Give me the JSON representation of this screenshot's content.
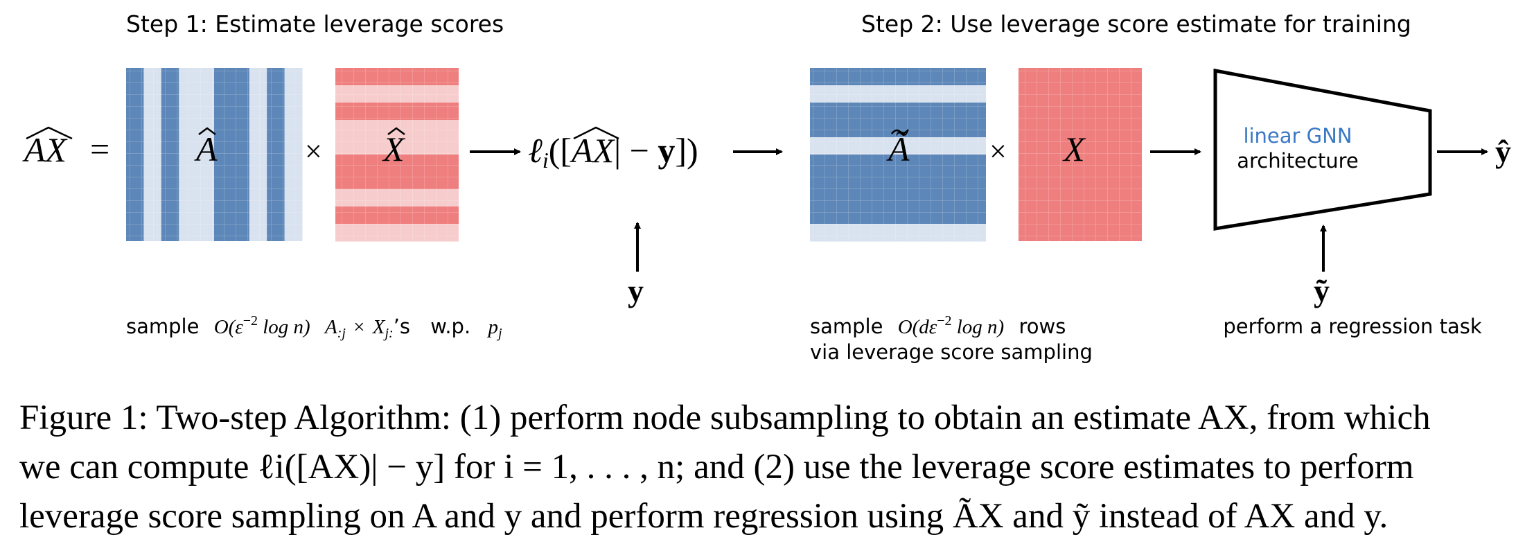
{
  "step1": {
    "title": "Step 1: Estimate leverage scores",
    "lhs": "AX =",
    "lhs_var": "AX",
    "lhs_eq": "=",
    "matrix_a_label": "A",
    "times": "×",
    "matrix_x_label": "X",
    "loss": "ℓi([AX| − y])",
    "loss_parts": {
      "ell": "ℓ",
      "sub": "i",
      "open": "([",
      "var": "AX",
      "close": "| − ",
      "y": "y",
      "end": "])"
    },
    "y_label": "y",
    "note": "sample  O(ε⁻² log n)  A:j × Xj:’s   w.p.  pj",
    "note_parts": {
      "sample": "sample",
      "big_o": "O(ε",
      "exp": "−2",
      "log": " log n)",
      "a_col": "A",
      "a_sub": ":j",
      "times": "×",
      "x_row": "X",
      "x_sub": "j:",
      "suffix": "’s",
      "wp": "w.p.",
      "p": "p",
      "p_sub": "j"
    }
  },
  "step2": {
    "title": "Step 2: Use leverage score estimate for training",
    "matrix_a_label": "Ã",
    "times": "×",
    "matrix_x_label": "X",
    "model_line1": "linear GNN",
    "model_line2": "architecture",
    "output": "ŷ",
    "input": "ỹ",
    "note_line1": "sample  O(dε⁻² log n)  rows",
    "note_line1_parts": {
      "sample": "sample",
      "big_o": "O(dε",
      "exp": "−2",
      "log": " log n)",
      "rows": "rows"
    },
    "note_line2": "via leverage score sampling",
    "regression_note": "perform a regression task"
  },
  "caption": {
    "line1": "Figure 1: Two-step Algorithm: (1) perform node subsampling to obtain an estimate AX, from which",
    "line2": "we can compute ℓi([AX)| − y] for i = 1, . . . , n; and (2) use the leverage score estimates to perform",
    "line3": "leverage score sampling on A and y and perform regression using ÃX and ỹ instead of AX and y."
  },
  "colors": {
    "blue_dark": "#5d87b8",
    "blue_light": "#d9e2ef",
    "red_dark": "#ef7f7f",
    "red_light": "#f7cccc",
    "model_text": "#3a78c4",
    "stroke": "#000000"
  }
}
